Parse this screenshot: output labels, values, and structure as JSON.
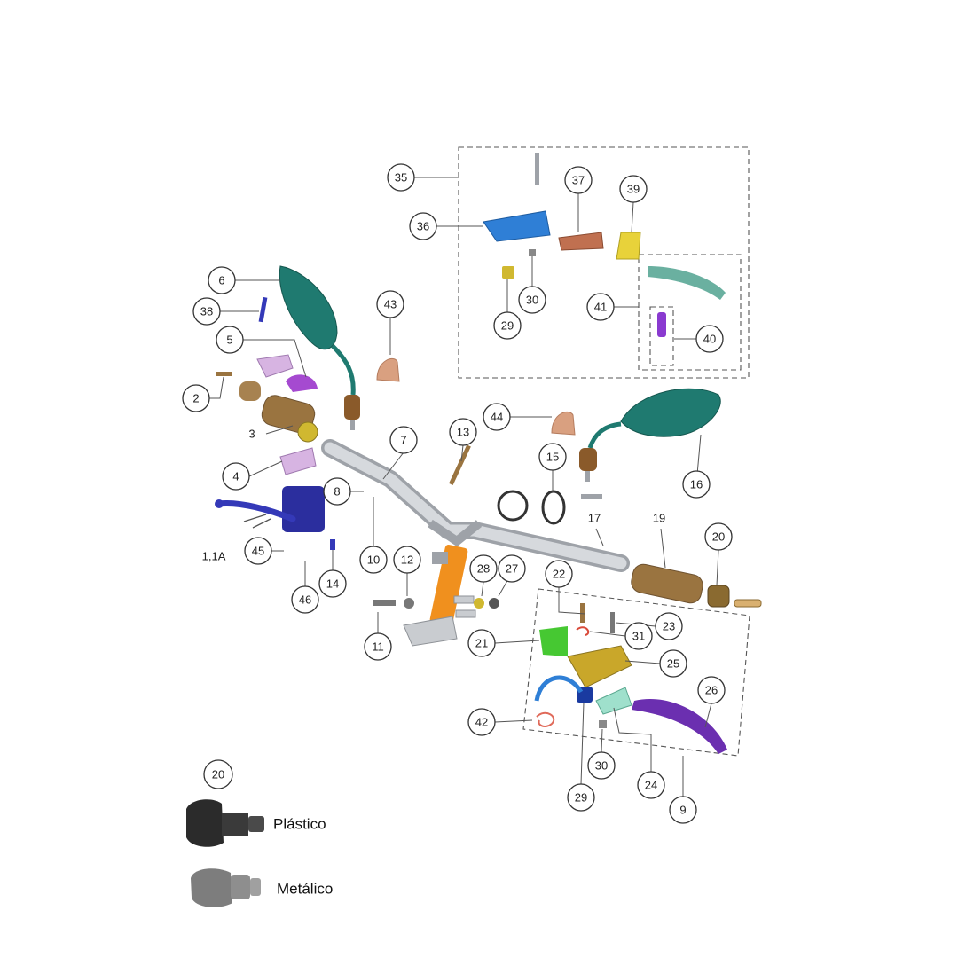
{
  "callouts": {
    "c1_1a": "1,1A",
    "c2": "2",
    "c3": "3",
    "c4": "4",
    "c5": "5",
    "c6": "6",
    "c7": "7",
    "c8": "8",
    "c9": "9",
    "c10": "10",
    "c11": "11",
    "c12": "12",
    "c13": "13",
    "c14": "14",
    "c15": "15",
    "c16": "16",
    "c17": "17",
    "c19": "19",
    "c20": "20",
    "c21": "21",
    "c22": "22",
    "c23": "23",
    "c24": "24",
    "c25": "25",
    "c26": "26",
    "c27": "27",
    "c28": "28",
    "c29a": "29",
    "c29b": "29",
    "c30a": "30",
    "c30b": "30",
    "c31": "31",
    "c35": "35",
    "c36": "36",
    "c37": "37",
    "c38": "38",
    "c39": "39",
    "c40": "40",
    "c41": "41",
    "c42": "42",
    "c43": "43",
    "c44": "44",
    "c45": "45",
    "c46": "46"
  },
  "legend": {
    "number": "20",
    "plastic_label": "Plástico",
    "metal_label": "Metálico"
  },
  "colors": {
    "mirror_teal": "#1f7a70",
    "master_cylinder_blue": "#2b2e9e",
    "lever_blue": "#3439b8",
    "handlebar_gray": "#c9ccd0",
    "stem_orange": "#f0901e",
    "grip_brown": "#9a7440",
    "switch_blue": "#2f7fd6",
    "lever_purple": "#6b2fb0",
    "clutch_green": "#46c832",
    "bracket_gold": "#c9a72a",
    "rubber_copper": "#d9a080",
    "bracket_pink": "#d7b4e2"
  }
}
